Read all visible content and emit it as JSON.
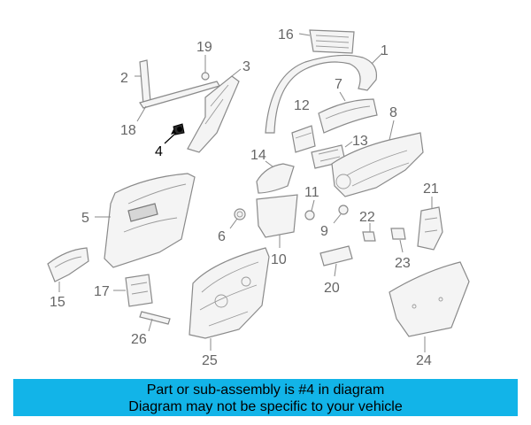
{
  "callouts": [
    "1",
    "2",
    "3",
    "4",
    "5",
    "6",
    "7",
    "8",
    "9",
    "10",
    "11",
    "12",
    "13",
    "14",
    "15",
    "16",
    "17",
    "18",
    "19",
    "20",
    "21",
    "22",
    "23",
    "24",
    "25",
    "26"
  ],
  "highlight_callout": "4",
  "banner": {
    "line1": "Part or sub-assembly is #4 in diagram",
    "line2": "Diagram may not be specific to your vehicle"
  },
  "colors": {
    "banner_bg": "#12b4e8",
    "highlight": "#000000",
    "line_art": "#8a8a8a"
  }
}
